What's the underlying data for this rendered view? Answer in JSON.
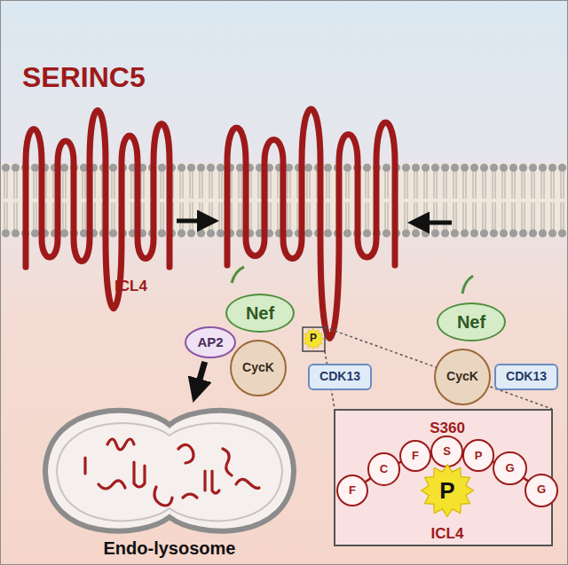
{
  "diagram": {
    "nodes": [
      {
        "text": [
          "Nef"
        ]
      },
      {
        "text": [
          "AP2"
        ]
      },
      {
        "text": [
          "CycK"
        ]
      },
      {
        "text": [
          "P"
        ]
      },
      {
        "text": [
          "CDK13"
        ]
      },
      {
        "text": [
          "Nef"
        ]
      },
      {
        "text": [
          "CycK"
        ]
      },
      {
        "text": [
          "CDK13"
        ]
      },
      {
        "text": [
          "Endo-lysosome"
        ]
      },
      {
        "text": [
          "S360",
          "ICL4"
        ]
      },
      {
        "text": [
          "F"
        ],
        "in": 9
      },
      {
        "text": [
          "C"
        ],
        "in": 9
      },
      {
        "text": [
          "F"
        ],
        "in": 9
      },
      {
        "text": [
          "S"
        ],
        "in": 9
      },
      {
        "text": [
          "P"
        ],
        "in": 9
      },
      {
        "text": [
          "G"
        ],
        "in": 9
      },
      {
        "text": [
          "G"
        ],
        "in": 9
      },
      {
        "text": [
          "P"
        ],
        "in": 9
      }
    ],
    "edges": [
      {
        "from": 1,
        "to": 8,
        "arrow": "to"
      }
    ],
    "labels": [
      "SERINC5",
      "ICL4"
    ]
  }
}
